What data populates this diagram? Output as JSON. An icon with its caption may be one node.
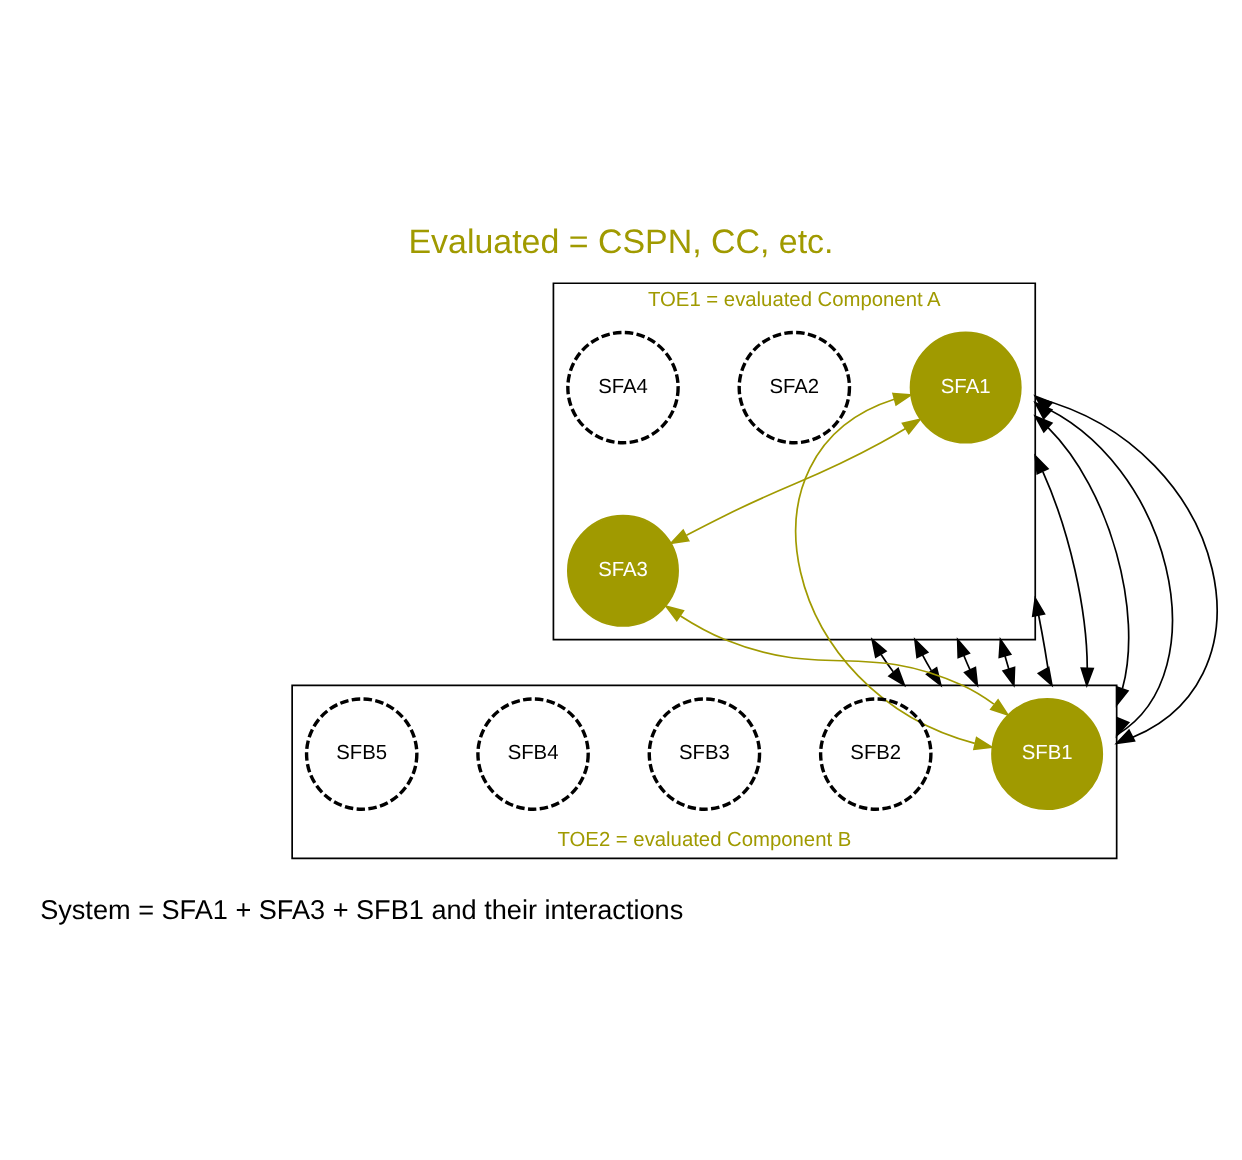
{
  "diagram": {
    "title": "Evaluated = CSPN, CC, etc.",
    "nodes": [
      {
        "text": [
          "TOE1 = evaluated Component A"
        ]
      },
      {
        "text": [
          "SFA1"
        ],
        "in": 0
      },
      {
        "text": [
          "SFA2"
        ],
        "in": 0
      },
      {
        "text": [
          "SFA3"
        ],
        "in": 0
      },
      {
        "text": [
          "SFA4"
        ],
        "in": 0
      },
      {
        "text": [
          "TOE2 = evaluated Component B"
        ]
      },
      {
        "text": [
          "SFB1"
        ],
        "in": 5
      },
      {
        "text": [
          "SFB2"
        ],
        "in": 5
      },
      {
        "text": [
          "SFB3"
        ],
        "in": 5
      },
      {
        "text": [
          "SFB4"
        ],
        "in": 5
      },
      {
        "text": [
          "SFB5"
        ],
        "in": 5
      }
    ],
    "edges": [
      {
        "from": 1,
        "to": 3,
        "arrow": "both",
        "color": "#a09a00"
      },
      {
        "from": 1,
        "to": 6,
        "arrow": "both",
        "color": "#a09a00"
      },
      {
        "from": 3,
        "to": 6,
        "arrow": "both",
        "color": "#a09a00"
      },
      {
        "from": 0,
        "to": 5,
        "arrow": "both"
      },
      {
        "from": 0,
        "to": 5,
        "arrow": "both"
      },
      {
        "from": 0,
        "to": 5,
        "arrow": "both"
      },
      {
        "from": 0,
        "to": 5,
        "arrow": "both"
      },
      {
        "from": 0,
        "to": 5,
        "arrow": "both"
      },
      {
        "from": 0,
        "to": 5,
        "arrow": "both"
      },
      {
        "from": 0,
        "to": 5,
        "arrow": "both"
      },
      {
        "from": 0,
        "to": 5,
        "arrow": "both"
      },
      {
        "from": 0,
        "to": 5,
        "arrow": "both"
      }
    ],
    "labels": [
      "System = SFA1 + SFA3 + SFB1 and their interactions"
    ]
  }
}
